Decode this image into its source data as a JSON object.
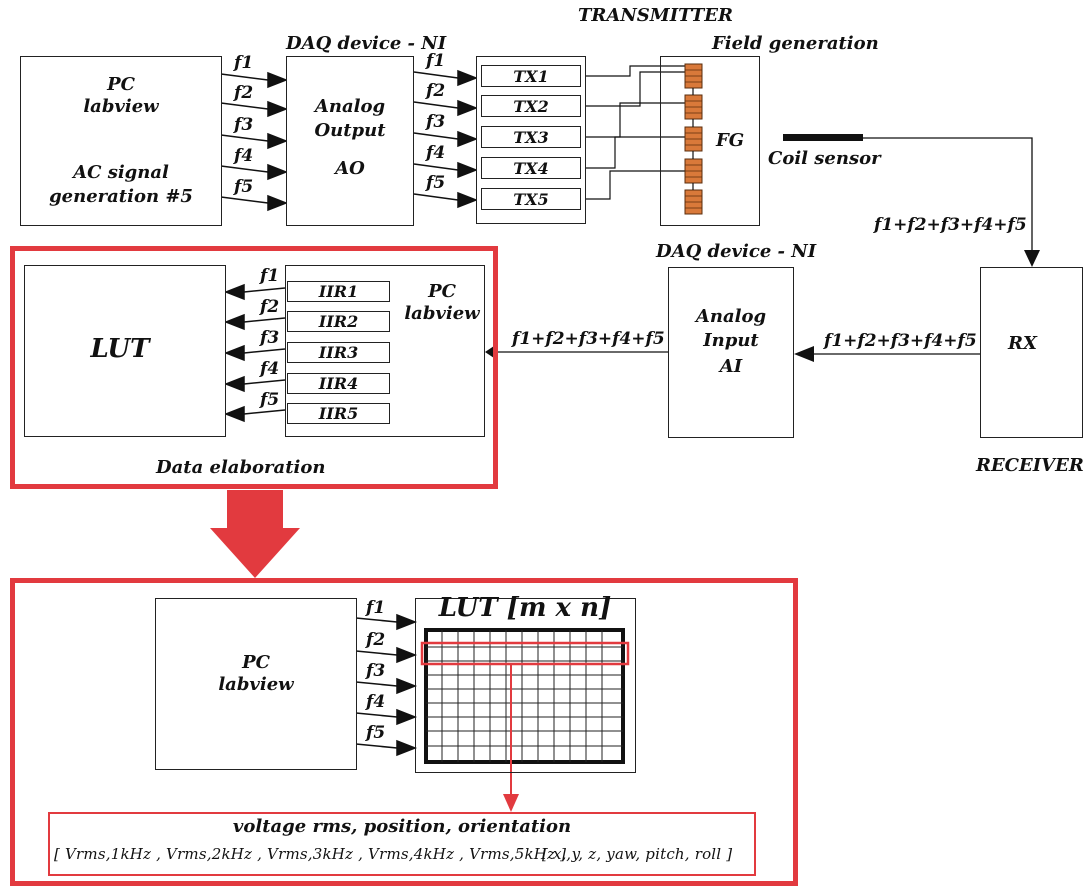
{
  "top_labels": {
    "transmitter": "TRANSMITTER",
    "daq_top": "DAQ device - NI",
    "field_generation": "Field generation",
    "daq_mid": "DAQ device - NI",
    "receiver": "RECEIVER"
  },
  "pc_top": {
    "line1": "PC",
    "line2": "labview",
    "line3": "AC signal",
    "line4": "generation #5"
  },
  "ao_box": {
    "line1": "Analog",
    "line2": "Output",
    "line3": "AO"
  },
  "tx_labels": [
    "TX1",
    "TX2",
    "TX3",
    "TX4",
    "TX5"
  ],
  "fg_label": "FG",
  "coil_sensor": "Coil sensor",
  "freq_labels": [
    "f1",
    "f2",
    "f3",
    "f4",
    "f5"
  ],
  "sum_label": "f1+f2+f3+f4+f5",
  "rx_label": "RX",
  "ai_box": {
    "line1": "Analog",
    "line2": "Input",
    "line3": "AI"
  },
  "lut_label": "LUT",
  "pc_mid": {
    "line1": "PC",
    "line2": "labview"
  },
  "iir_labels": [
    "IIR1",
    "IIR2",
    "IIR3",
    "IIR4",
    "IIR5"
  ],
  "data_elaboration": "Data elaboration",
  "pc_bottom": {
    "line1": "PC",
    "line2": "labview"
  },
  "lut_matrix_label": "LUT [m x n]",
  "output_box": {
    "title": "voltage rms, position, orientation",
    "formula_left": "[ Vrms,1kHz , Vrms,2kHz , Vrms,3kHz , Vrms,4kHz , Vrms,5kHz ],",
    "formula_right": "[ x, y, z, yaw, pitch, roll ]"
  },
  "colors": {
    "highlight": "#e23a3f",
    "coil": "#d9793a",
    "line": "#222222"
  }
}
